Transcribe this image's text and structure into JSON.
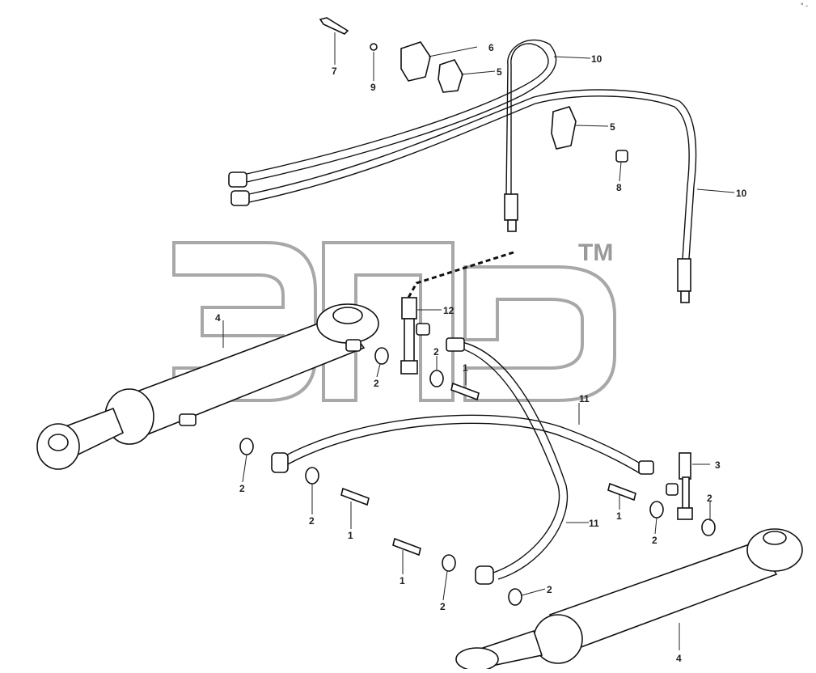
{
  "watermark": {
    "mark": "TM",
    "color": "#a8a8a8"
  },
  "corner_mark": "° -",
  "callouts": [
    {
      "id": "c1",
      "label": "7"
    },
    {
      "id": "c2",
      "label": "9"
    },
    {
      "id": "c3",
      "label": "6"
    },
    {
      "id": "c4",
      "label": "5"
    },
    {
      "id": "c5",
      "label": "10"
    },
    {
      "id": "c6",
      "label": "5"
    },
    {
      "id": "c7",
      "label": "8"
    },
    {
      "id": "c8",
      "label": "10"
    },
    {
      "id": "c9",
      "label": "12"
    },
    {
      "id": "c10",
      "label": "4"
    },
    {
      "id": "c11",
      "label": "2"
    },
    {
      "id": "c12",
      "label": "2"
    },
    {
      "id": "c13",
      "label": "1"
    },
    {
      "id": "c14",
      "label": "11"
    },
    {
      "id": "c15",
      "label": "3"
    },
    {
      "id": "c16",
      "label": "2"
    },
    {
      "id": "c17",
      "label": "2"
    },
    {
      "id": "c18",
      "label": "1"
    },
    {
      "id": "c19",
      "label": "1"
    },
    {
      "id": "c20",
      "label": "2"
    },
    {
      "id": "c21",
      "label": "2"
    },
    {
      "id": "c22",
      "label": "11"
    },
    {
      "id": "c23",
      "label": "1"
    },
    {
      "id": "c24",
      "label": "2"
    },
    {
      "id": "c25",
      "label": "2"
    },
    {
      "id": "c26",
      "label": "4"
    }
  ]
}
